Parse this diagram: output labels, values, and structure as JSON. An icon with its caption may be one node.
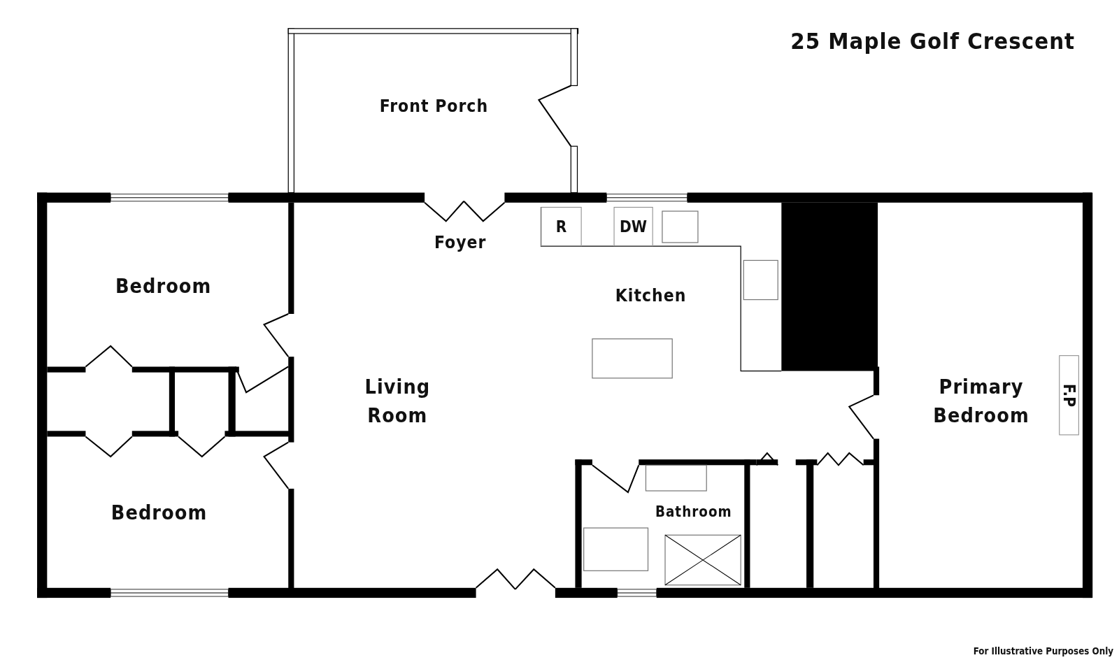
{
  "diagram": {
    "title": "25 Maple Golf Crescent",
    "nodes": [
      {
        "text": [
          "Front Porch"
        ]
      },
      {
        "text": [
          "R"
        ]
      },
      {
        "text": [
          "DW"
        ]
      },
      {
        "text": [
          "Foyer"
        ]
      },
      {
        "text": [
          "Bedroom"
        ]
      },
      {
        "text": [
          "Kitchen"
        ]
      },
      {
        "text": [
          "Living Room"
        ]
      },
      {
        "text": [
          "Primary Bedroom"
        ]
      },
      {
        "text": [
          "F.P"
        ]
      },
      {
        "text": [
          "Bedroom"
        ]
      },
      {
        "text": [
          "Bathroom"
        ]
      }
    ],
    "labels": [
      "For Illustrative Purposes Only"
    ]
  }
}
